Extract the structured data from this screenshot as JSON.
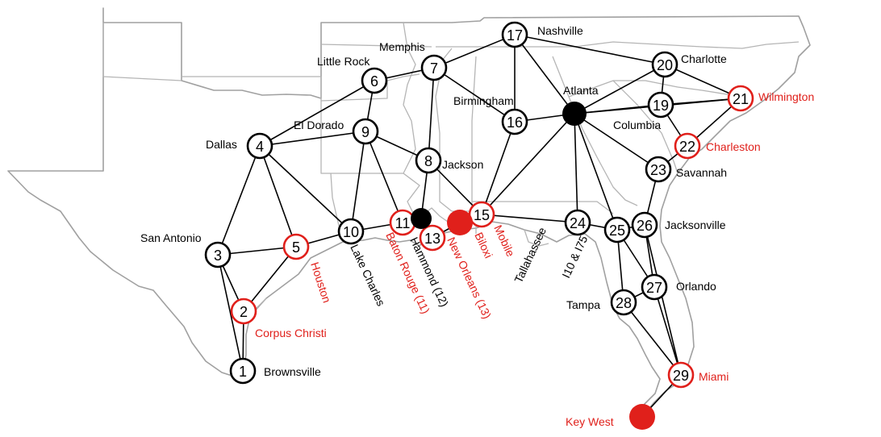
{
  "colors": {
    "normal": "#000000",
    "highlight": "#e0201b",
    "boundary": "#b5b5b5"
  },
  "nodes": [
    {
      "id": "1",
      "label": "Brownsville",
      "color": "black"
    },
    {
      "id": "2",
      "label": "Corpus Christi",
      "color": "red"
    },
    {
      "id": "3",
      "label": "San Antonio",
      "color": "black"
    },
    {
      "id": "4",
      "label": "Dallas",
      "color": "black"
    },
    {
      "id": "5",
      "label": "Houston",
      "color": "red"
    },
    {
      "id": "6",
      "label": "Little Rock",
      "color": "black"
    },
    {
      "id": "7",
      "label": "Memphis",
      "color": "black"
    },
    {
      "id": "8",
      "label": "Jackson",
      "color": "black"
    },
    {
      "id": "9",
      "label": "El Dorado",
      "color": "black"
    },
    {
      "id": "10",
      "label": "Lake Charles",
      "color": "black"
    },
    {
      "id": "11",
      "label": "Baton Rouge (11)",
      "color": "red"
    },
    {
      "id": "13",
      "label": "New Orleans (13)",
      "color": "red"
    },
    {
      "id": "15",
      "label": "Mobile",
      "color": "red"
    },
    {
      "id": "16",
      "label": "Birmingham",
      "color": "black"
    },
    {
      "id": "17",
      "label": "Nashville",
      "color": "black"
    },
    {
      "id": "19",
      "label": "Columbia",
      "color": "black"
    },
    {
      "id": "20",
      "label": "Charlotte",
      "color": "black"
    },
    {
      "id": "21",
      "label": "Wilmington",
      "color": "red"
    },
    {
      "id": "22",
      "label": "Charleston",
      "color": "red"
    },
    {
      "id": "23",
      "label": "Savannah",
      "color": "black"
    },
    {
      "id": "24",
      "label": "Tallahassee",
      "color": "black"
    },
    {
      "id": "25",
      "label": "I10 & I75",
      "color": "black"
    },
    {
      "id": "26",
      "label": "Jacksonville",
      "color": "black"
    },
    {
      "id": "27",
      "label": "Orlando",
      "color": "black"
    },
    {
      "id": "28",
      "label": "Tampa",
      "color": "black"
    },
    {
      "id": "29",
      "label": "Miami",
      "color": "red"
    }
  ],
  "solid_nodes": [
    {
      "key": "hammond",
      "label": "Hammond (12)",
      "color": "black"
    },
    {
      "key": "atlanta",
      "label": "Atlanta",
      "color": "black"
    },
    {
      "key": "biloxi",
      "label": "Biloxi",
      "color": "red"
    },
    {
      "key": "keywest",
      "label": "Key West",
      "color": "red"
    }
  ],
  "edges": [
    [
      "1",
      "2"
    ],
    [
      "1",
      "3"
    ],
    [
      "2",
      "3"
    ],
    [
      "2",
      "5"
    ],
    [
      "3",
      "4"
    ],
    [
      "3",
      "5"
    ],
    [
      "4",
      "5"
    ],
    [
      "4",
      "6"
    ],
    [
      "4",
      "9"
    ],
    [
      "4",
      "10"
    ],
    [
      "5",
      "10"
    ],
    [
      "6",
      "7"
    ],
    [
      "6",
      "9"
    ],
    [
      "7",
      "8"
    ],
    [
      "7",
      "16"
    ],
    [
      "7",
      "17"
    ],
    [
      "8",
      "9"
    ],
    [
      "8",
      "hammond"
    ],
    [
      "8",
      "15"
    ],
    [
      "9",
      "10"
    ],
    [
      "9",
      "11"
    ],
    [
      "10",
      "11"
    ],
    [
      "11",
      "hammond"
    ],
    [
      "hammond",
      "13"
    ],
    [
      "13",
      "biloxi"
    ],
    [
      "biloxi",
      "15"
    ],
    [
      "15",
      "16"
    ],
    [
      "15",
      "24"
    ],
    [
      "15",
      "atlanta"
    ],
    [
      "16",
      "17"
    ],
    [
      "16",
      "atlanta"
    ],
    [
      "17",
      "atlanta"
    ],
    [
      "17",
      "20"
    ],
    [
      "atlanta",
      "20"
    ],
    [
      "atlanta",
      "19"
    ],
    [
      "atlanta",
      "21"
    ],
    [
      "atlanta",
      "23"
    ],
    [
      "atlanta",
      "24"
    ],
    [
      "atlanta",
      "25"
    ],
    [
      "19",
      "20"
    ],
    [
      "19",
      "21"
    ],
    [
      "19",
      "22"
    ],
    [
      "20",
      "21"
    ],
    [
      "21",
      "22"
    ],
    [
      "22",
      "23"
    ],
    [
      "23",
      "26"
    ],
    [
      "24",
      "25"
    ],
    [
      "25",
      "26"
    ],
    [
      "25",
      "27"
    ],
    [
      "25",
      "28"
    ],
    [
      "26",
      "27"
    ],
    [
      "27",
      "28"
    ],
    [
      "27",
      "29"
    ],
    [
      "28",
      "29"
    ],
    [
      "26",
      "29"
    ],
    [
      "29",
      "keywest"
    ]
  ]
}
